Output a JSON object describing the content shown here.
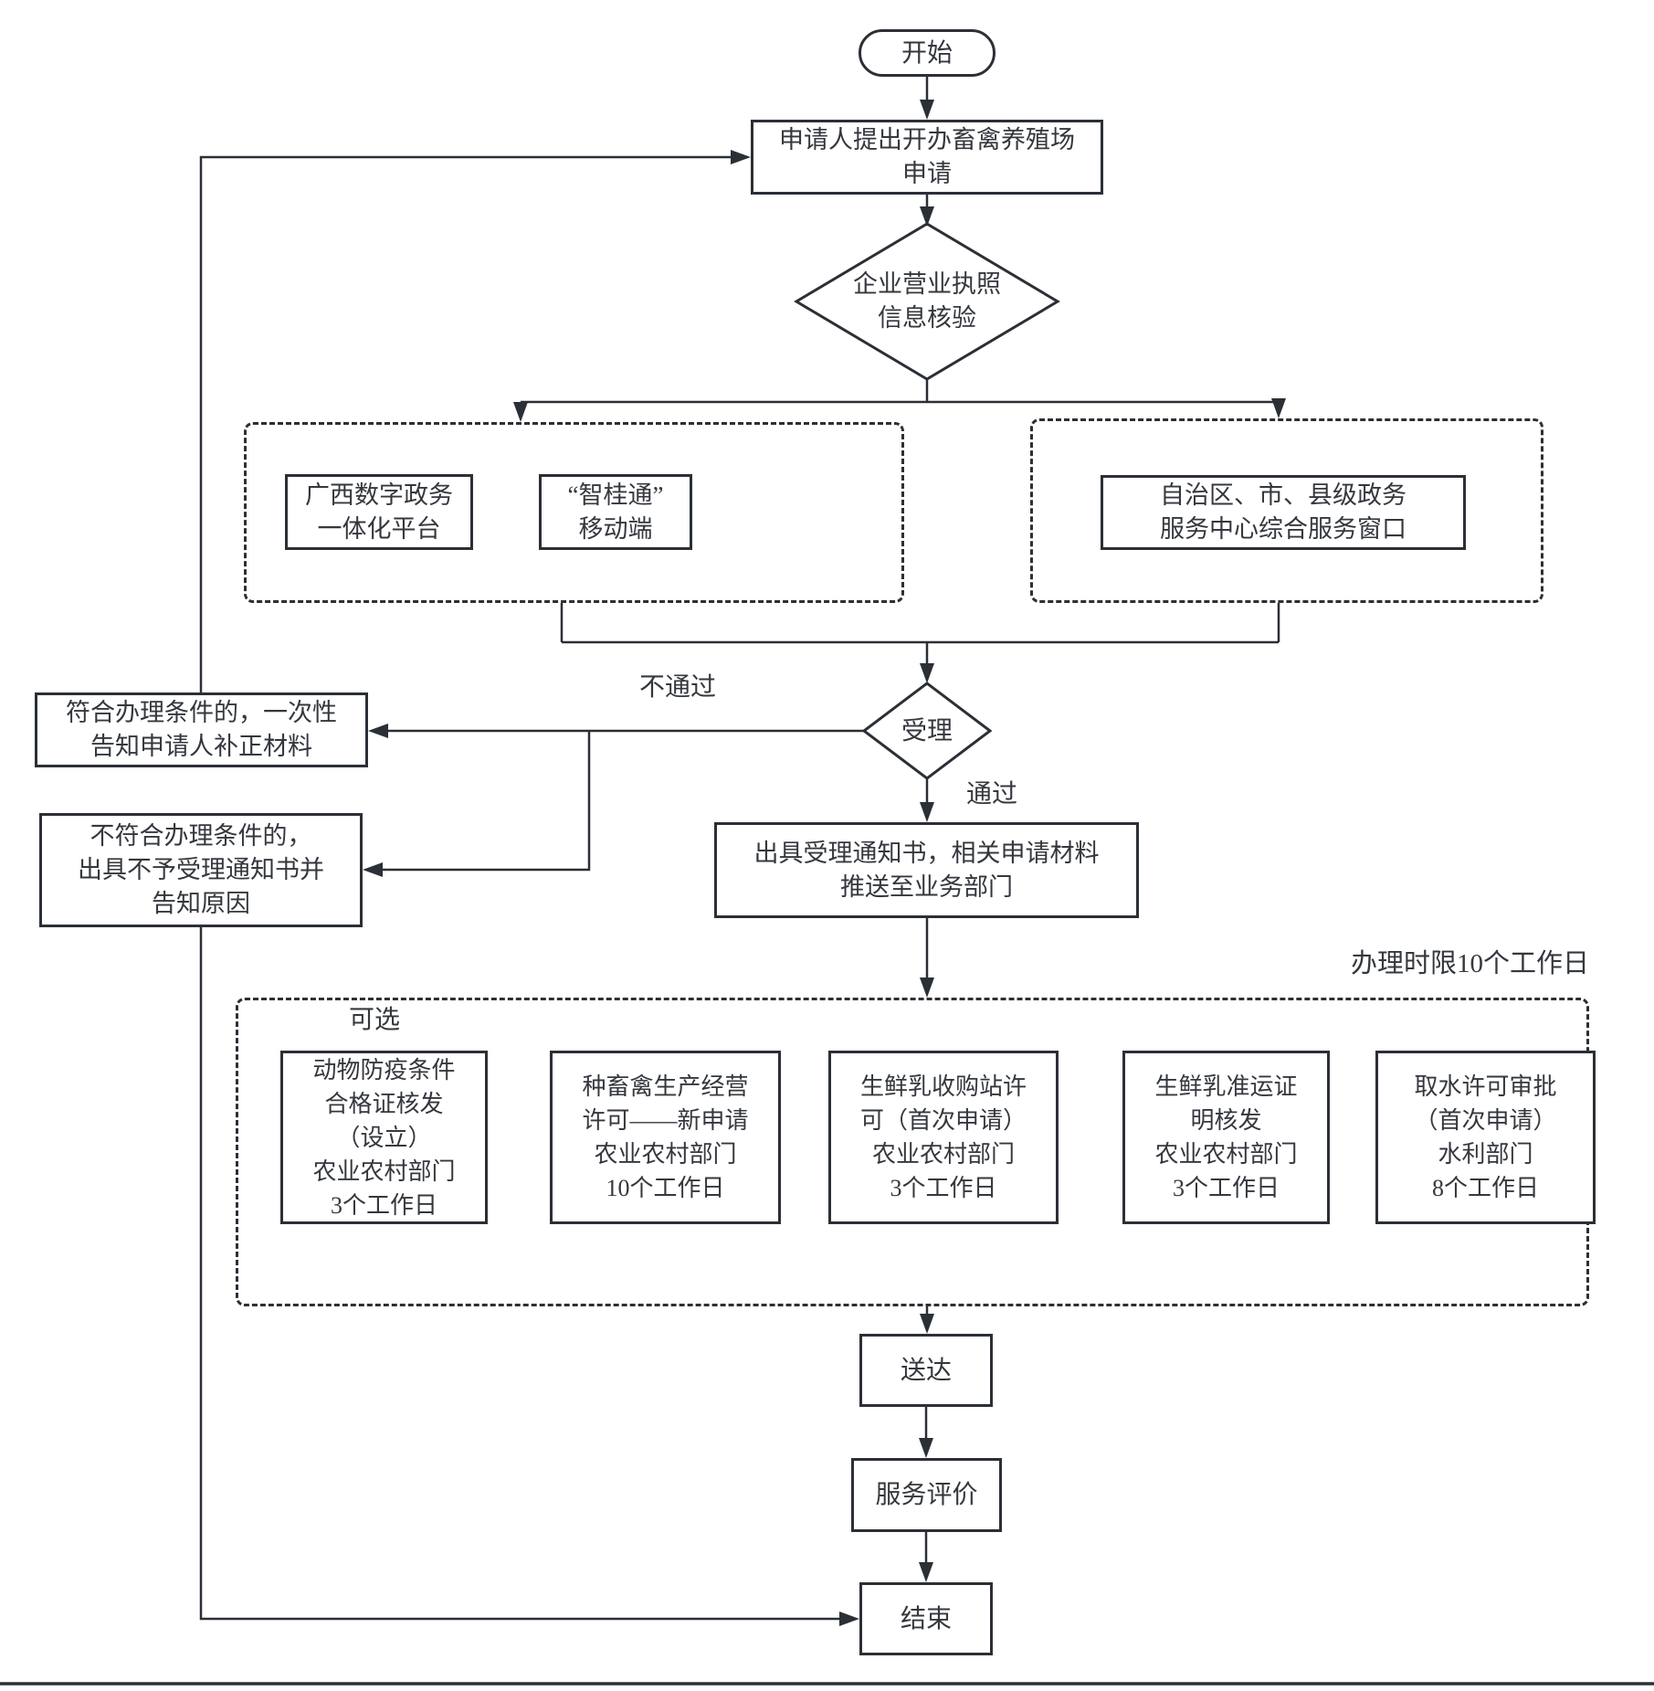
{
  "diagram": {
    "nodes": {
      "start": {
        "label": "开始"
      },
      "apply": {
        "label": "申请人提出开办畜禽养殖场\n申请"
      },
      "license_check": {
        "label": "企业营业执照\n信息核验"
      },
      "gx_platform": {
        "label": "广西数字政务\n一体化平台"
      },
      "zhiguitong": {
        "label": "“智桂通”\n移动端"
      },
      "service_window": {
        "label": "自治区、市、县级政务\n服务中心综合服务窗口"
      },
      "accept": {
        "label": "受理"
      },
      "supplement": {
        "label": "符合办理条件的，一次性\n告知申请人补正材料"
      },
      "reject_notice": {
        "label": "不符合办理条件的，\n出具不予受理通知书并\n告知原因"
      },
      "accept_notice": {
        "label": "出具受理通知书，相关申请材料\n推送至业务部门"
      },
      "deliver": {
        "label": "送达"
      },
      "evaluate": {
        "label": "服务评价"
      },
      "end": {
        "label": "结束"
      }
    },
    "labels": {
      "fail": "不通过",
      "pass": "通过",
      "optional": "可选",
      "deadline": "办理时限10个工作日"
    },
    "options": [
      {
        "label": "动物防疫条件\n合格证核发\n（设立）\n农业农村部门\n3个工作日"
      },
      {
        "label": "种畜禽生产经营\n许可——新申请\n农业农村部门\n10个工作日"
      },
      {
        "label": "生鲜乳收购站许\n可（首次申请）\n农业农村部门\n3个工作日"
      },
      {
        "label": "生鲜乳准运证\n明核发\n农业农村部门\n3个工作日"
      },
      {
        "label": "取水许可审批\n（首次申请）\n水利部门\n8个工作日"
      }
    ],
    "colors": {
      "stroke": "#2b2f36",
      "text": "#34383e",
      "background": "#ffffff"
    }
  }
}
